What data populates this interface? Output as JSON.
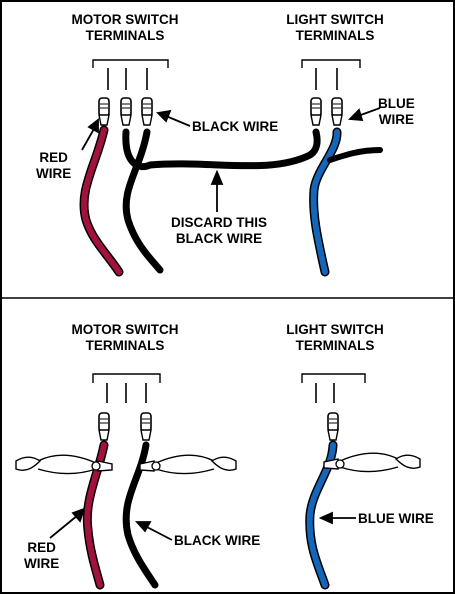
{
  "top_panel": {
    "motor_heading": [
      "MOTOR SWITCH",
      "TERMINALS"
    ],
    "light_heading": [
      "LIGHT SWITCH",
      "TERMINALS"
    ],
    "black_wire": "BLACK WIRE",
    "blue_wire": [
      "BLUE",
      "WIRE"
    ],
    "red_wire": [
      "RED",
      "WIRE"
    ],
    "discard": [
      "DISCARD THIS",
      "BLACK WIRE"
    ]
  },
  "bottom_panel": {
    "motor_heading": [
      "MOTOR SWITCH",
      "TERMINALS"
    ],
    "light_heading": [
      "LIGHT SWITCH",
      "TERMINALS"
    ],
    "red_wire": [
      "RED",
      "WIRE"
    ],
    "black_wire": "BLACK WIRE",
    "blue_wire": "BLUE WIRE"
  },
  "colors": {
    "red_wire": "#a3123c",
    "blue_wire": "#1565b8",
    "black_wire": "#000000"
  }
}
